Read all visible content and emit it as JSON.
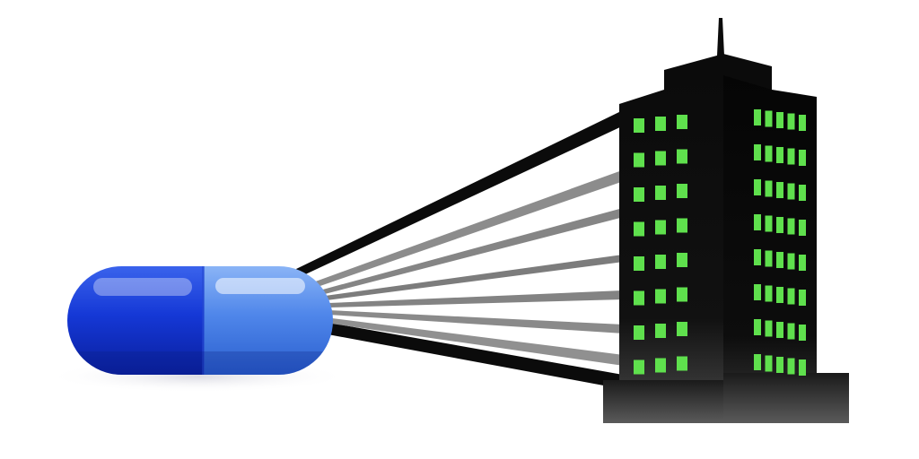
{
  "illustration": {
    "subjects": [
      "capsule-pill",
      "office-building"
    ],
    "colors": {
      "background": "#ffffff",
      "pill_dark_blue": "#1538d6",
      "pill_light_blue": "#4f86ea",
      "building_black": "#0b0b0b",
      "window_green": "#5fe04d",
      "beam_gray": "#8c8c8c",
      "shadow": "#e9e9ee"
    },
    "building": {
      "front_window_rows": 8,
      "front_window_cols": 3,
      "side_window_rows": 8,
      "side_window_cols": 5
    },
    "beams": {
      "gray_count": 6,
      "black_count": 2
    }
  }
}
